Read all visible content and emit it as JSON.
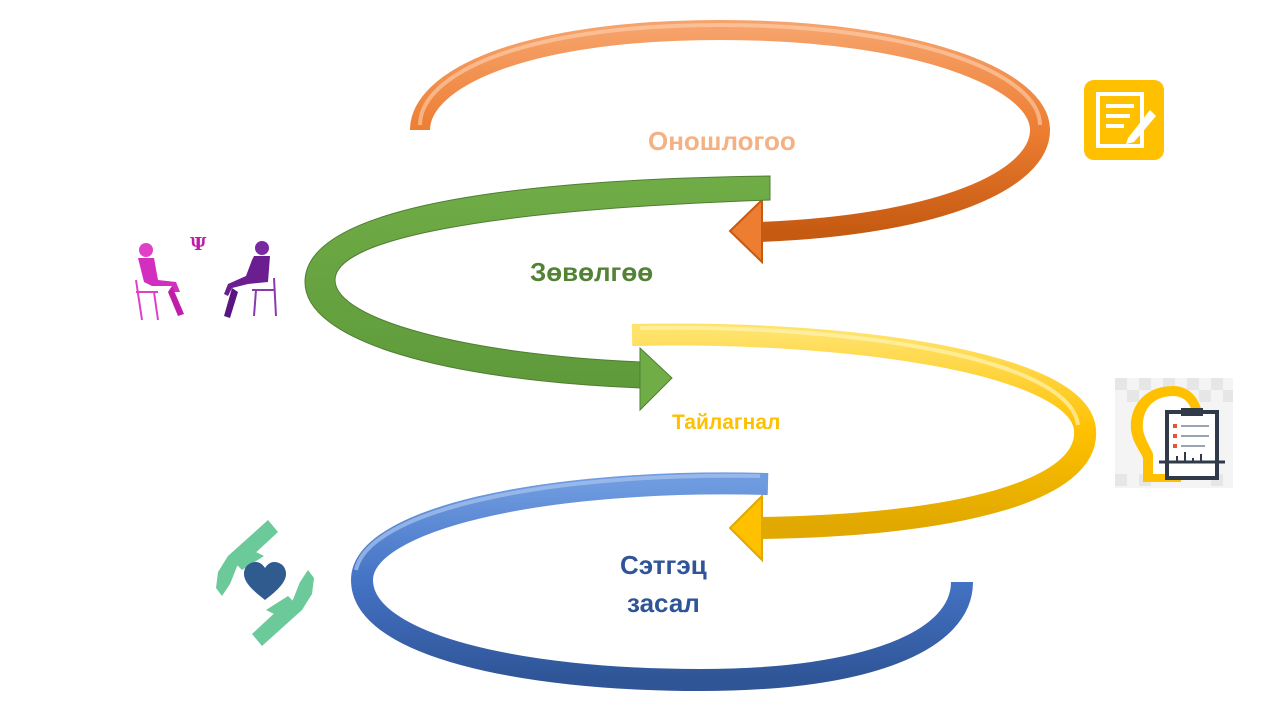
{
  "steps": [
    {
      "label": "Оношлогоо",
      "color": "#f4b183",
      "arrow_color": "#ed7d31",
      "icon": "document-edit-icon"
    },
    {
      "label": "Зөвөлгөө",
      "color": "#548235",
      "arrow_color": "#70ad47",
      "icon": "counseling-session-icon"
    },
    {
      "label": "Тайлагнал",
      "color": "#ffc000",
      "arrow_color": "#ffd02a",
      "icon": "head-clipboard-report-icon"
    },
    {
      "label_line1": "Сэтгэц",
      "label_line2": "засал",
      "color": "#2f5597",
      "arrow_color": "#4472c4",
      "icon": "hands-heart-icon"
    }
  ]
}
